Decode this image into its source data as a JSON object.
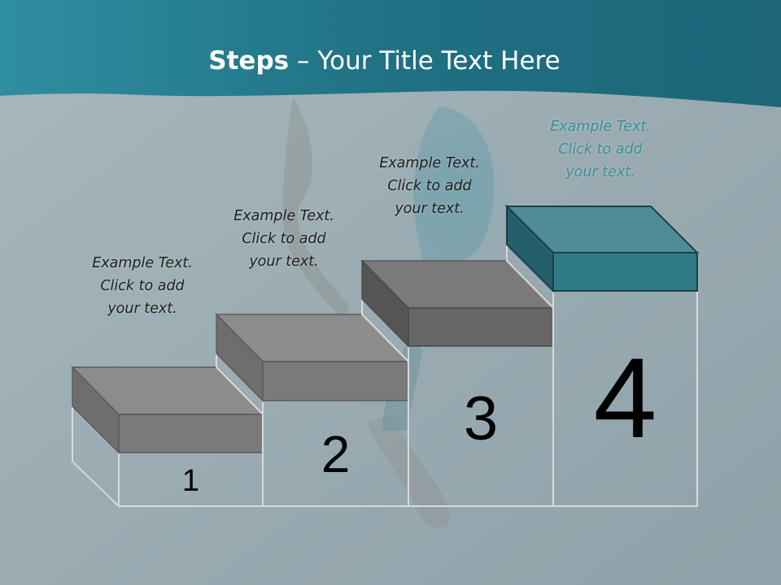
{
  "slide": {
    "title_bold": "Steps",
    "title_rest": " – Your Title Text Here"
  },
  "colors": {
    "header": "#25788a",
    "background": "#9fb0b6",
    "step_gray": "#7f7f7f",
    "step_accent": "#2e7b86",
    "caption_accent": "#3b8e99"
  },
  "steps": [
    {
      "number": "1",
      "lines": [
        "Example Text.",
        "Click  to add",
        "your text."
      ]
    },
    {
      "number": "2",
      "lines": [
        "Example Text.",
        "Click  to add",
        "your text."
      ]
    },
    {
      "number": "3",
      "lines": [
        "Example Text.",
        "Click  to add",
        "your text."
      ]
    },
    {
      "number": "4",
      "lines": [
        "Example Text.",
        "Click  to add",
        "your text."
      ]
    }
  ]
}
